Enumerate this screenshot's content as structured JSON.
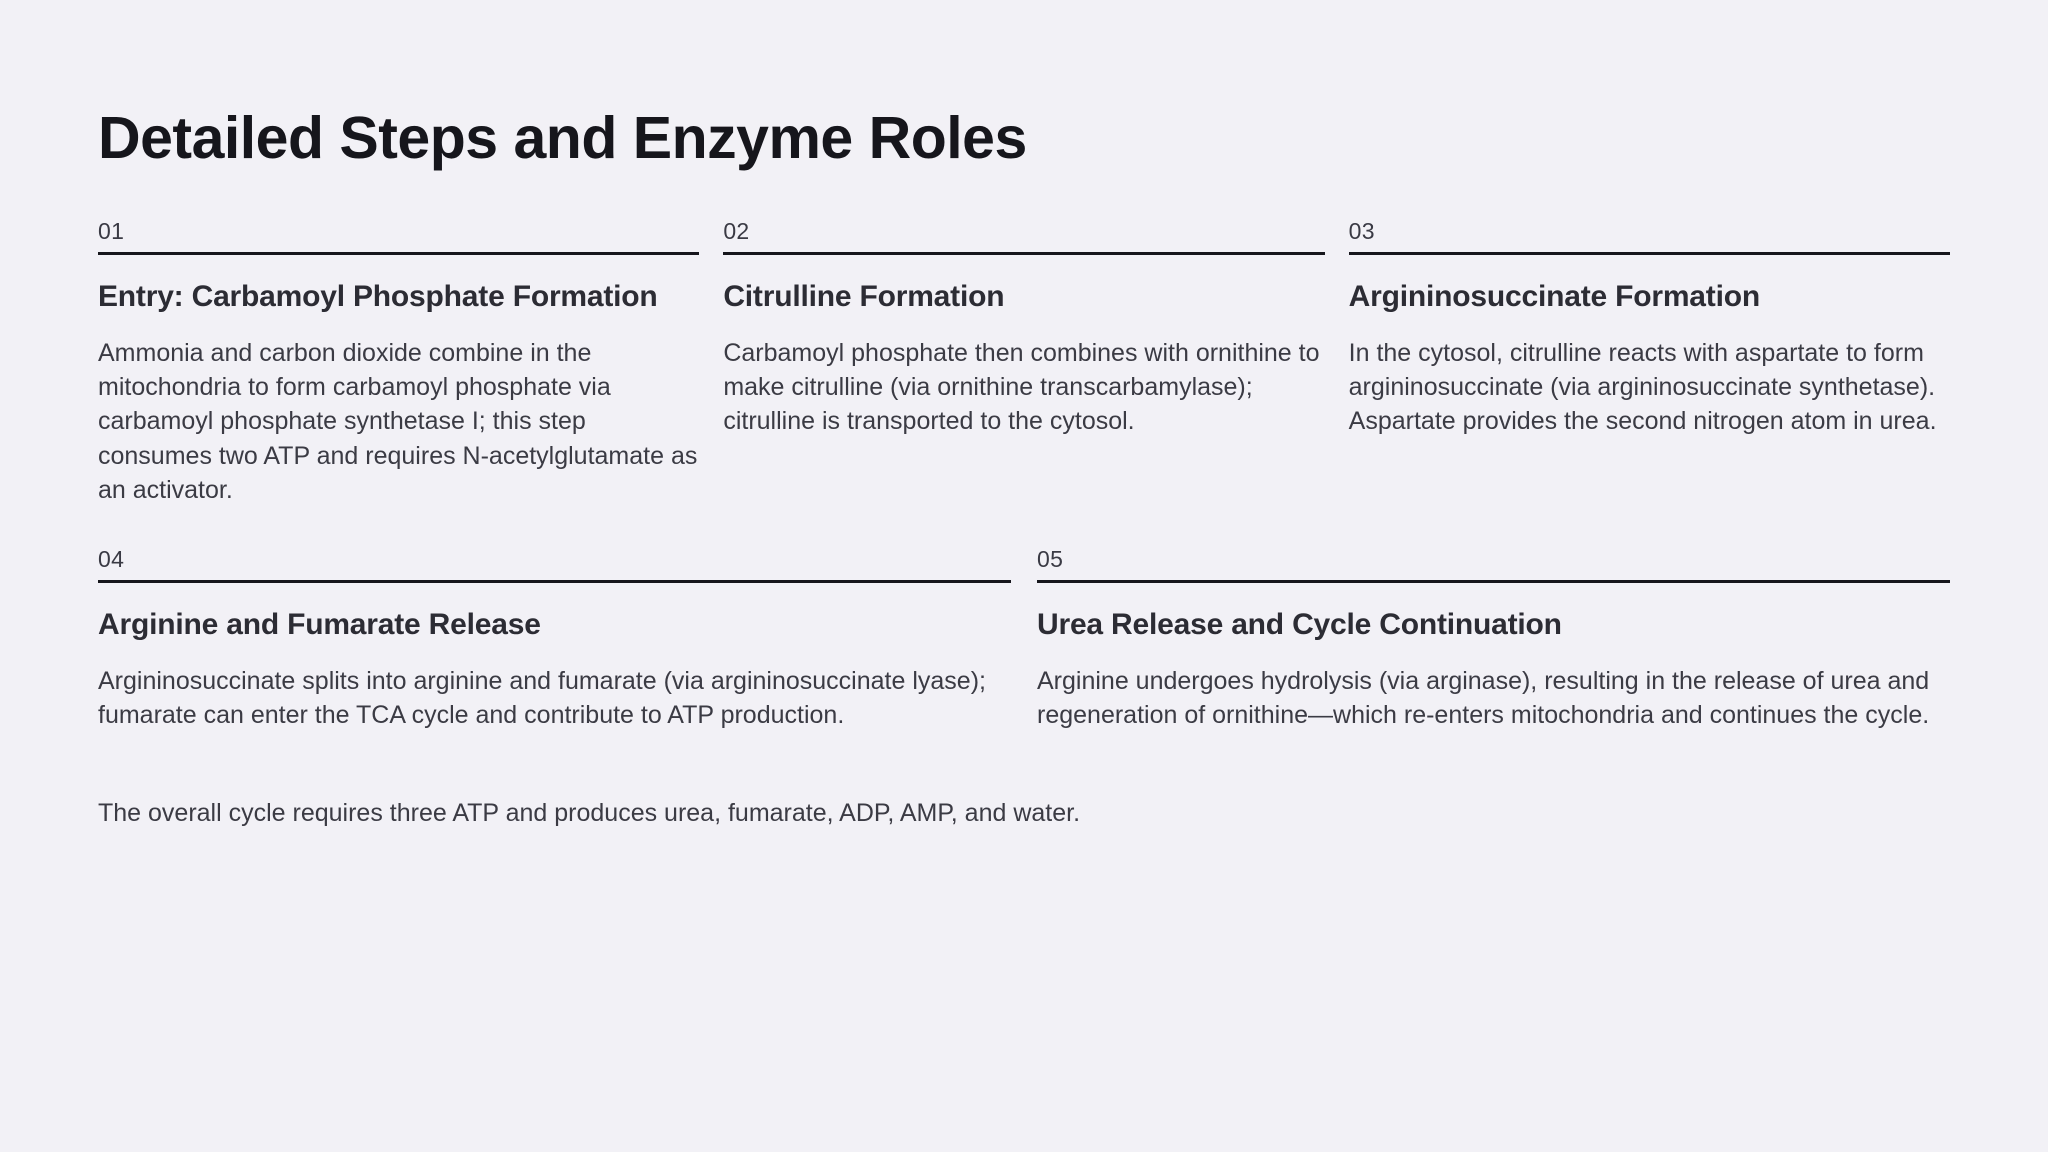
{
  "page": {
    "title": "Detailed Steps and Enzyme Roles",
    "background_color": "#f2f1f6",
    "title_color": "#16161c",
    "rule_color": "#16161c",
    "body_text_color": "#3b3b44"
  },
  "steps": [
    {
      "number": "01",
      "heading": "Entry: Carbamoyl Phosphate Formation",
      "body": "Ammonia and carbon dioxide combine in the mitochondria to form carbamoyl phosphate via carbamoyl phosphate synthetase I; this step consumes two ATP and requires N-acetylglutamate as an activator."
    },
    {
      "number": "02",
      "heading": "Citrulline Formation",
      "body": "Carbamoyl phosphate then combines with ornithine to make citrulline (via ornithine transcarbamylase); citrulline is transported to the cytosol."
    },
    {
      "number": "03",
      "heading": "Argininosuccinate Formation",
      "body": "In the cytosol, citrulline reacts with aspartate to form argininosuccinate (via argininosuccinate synthetase). Aspartate provides the second nitrogen atom in urea."
    },
    {
      "number": "04",
      "heading": "Arginine and Fumarate Release",
      "body": "Argininosuccinate splits into arginine and fumarate (via argininosuccinate lyase); fumarate can enter the TCA cycle and contribute to ATP production."
    },
    {
      "number": "05",
      "heading": "Urea Release and Cycle Continuation",
      "body": "Arginine undergoes hydrolysis (via arginase), resulting in the release of urea and regeneration of ornithine—which re-enters mitochondria and continues the cycle."
    }
  ],
  "footer": {
    "note": "The overall cycle requires three ATP and produces urea, fumarate, ADP, AMP, and water."
  }
}
